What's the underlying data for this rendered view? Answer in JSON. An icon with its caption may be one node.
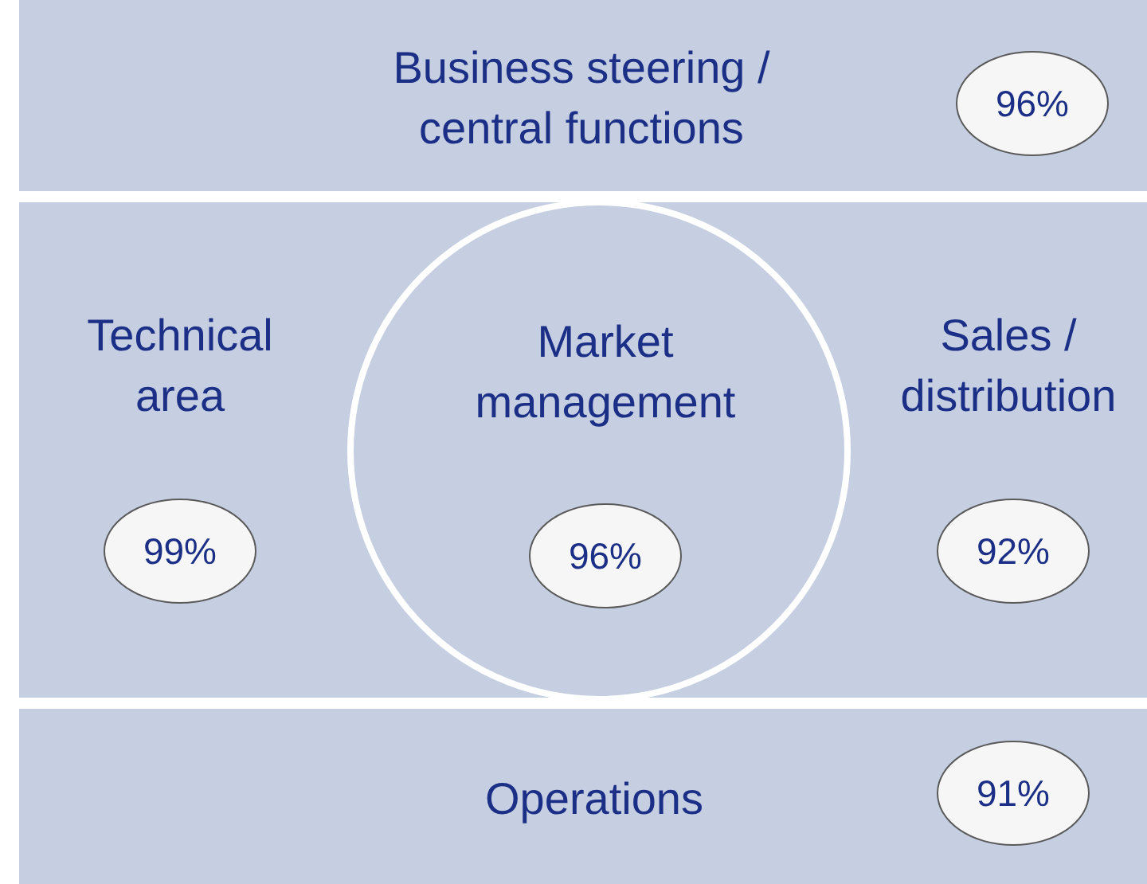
{
  "diagram": {
    "nodes": [
      {
        "text": [
          "Business steering / central functions"
        ]
      },
      {
        "text": [
          "96%"
        ],
        "in": 0
      },
      {
        "text": [
          "Technical area",
          "Sales / distribution"
        ]
      },
      {
        "text": [
          "Market management"
        ],
        "in": 2
      },
      {
        "text": [
          "99%"
        ],
        "in": 2
      },
      {
        "text": [
          "96%"
        ],
        "in": 3
      },
      {
        "text": [
          "92%"
        ],
        "in": 2
      },
      {
        "text": [
          "Operations"
        ]
      },
      {
        "text": [
          "91%"
        ],
        "in": 7
      }
    ]
  }
}
